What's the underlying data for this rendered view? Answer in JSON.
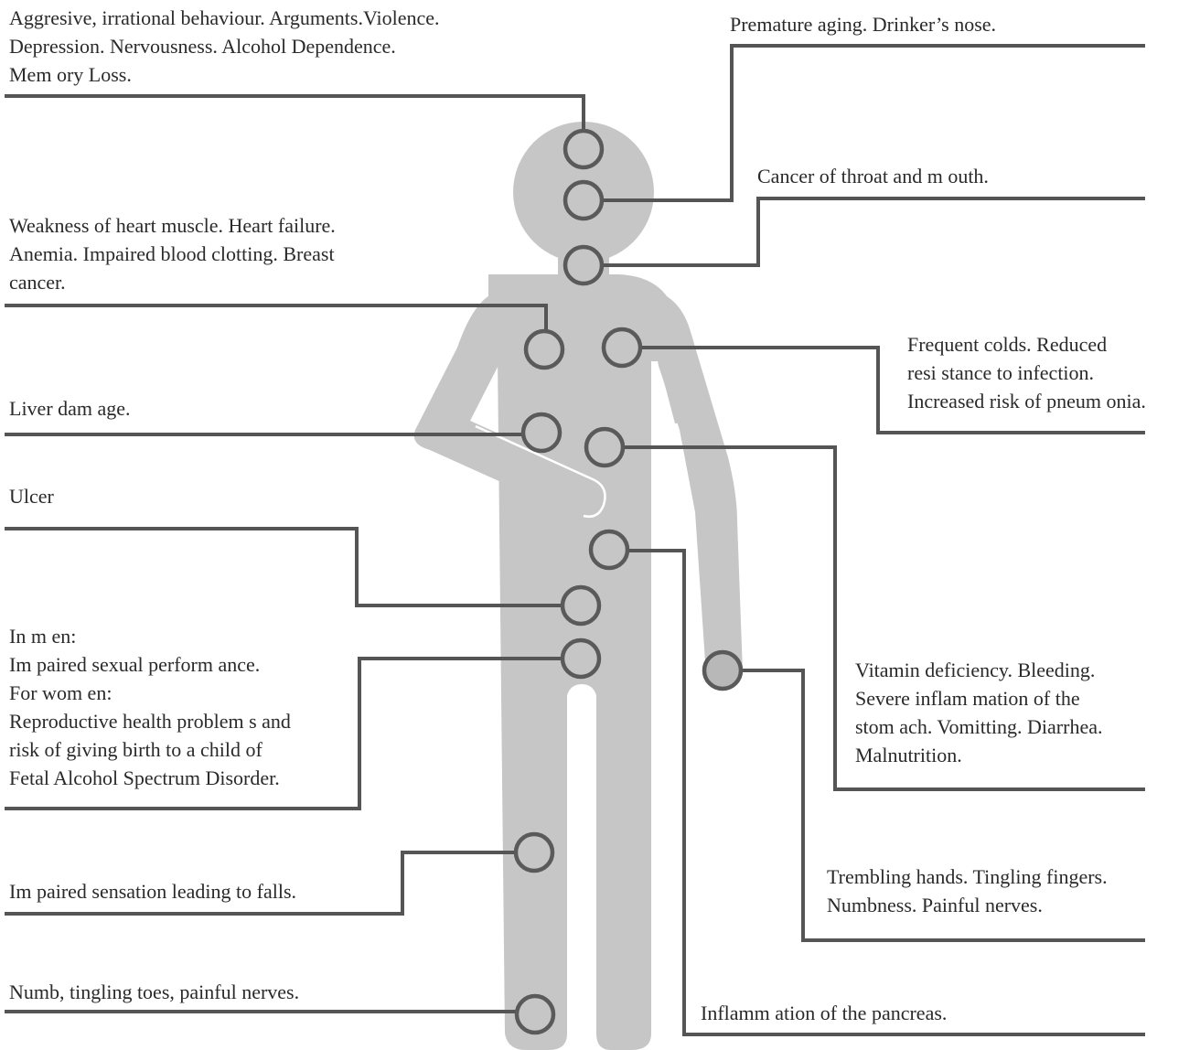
{
  "labels": {
    "brain": [
      "Aggresive, irrational behaviour. Arguments.Violence.",
      "Depression. Nervousness. Alcohol Dependence.",
      "Mem ory Loss."
    ],
    "nose": [
      "Premature aging. Drinker’s nose."
    ],
    "throat": [
      "Cancer of throat and m outh."
    ],
    "heart": [
      "Weakness of heart muscle. Heart failure.",
      "Anemia. Impaired blood clotting. Breast",
      "cancer."
    ],
    "lungs": [
      "Frequent colds. Reduced",
      "resi stance to infection.",
      "Increased risk of pneum onia."
    ],
    "liver": [
      "Liver dam age."
    ],
    "ulcer": [
      "Ulcer"
    ],
    "reproductive": [
      "In m en:",
      "Im paired sexual perform ance.",
      "For wom en:",
      "Reproductive health problem s and",
      "risk of giving birth to a child of",
      "Fetal Alcohol Spectrum Disorder."
    ],
    "stomach": [
      "Vitamin deficiency. Bleeding.",
      "Severe inflam mation of the",
      "stom ach. Vomitting. Diarrhea.",
      "Malnutrition."
    ],
    "knee": [
      "Im paired sensation leading to falls."
    ],
    "hands": [
      "Trembling hands. Tingling fingers.",
      "Numbness. Painful nerves."
    ],
    "toes": [
      "Numb, tingling toes, painful nerves."
    ],
    "pancreas": [
      "Inflamm ation of the pancreas."
    ]
  },
  "colors": {
    "body": "#c6c6c6",
    "leader_line": "#555555",
    "marker_ring": "#5a5a5a",
    "text": "#2a2a2a"
  }
}
